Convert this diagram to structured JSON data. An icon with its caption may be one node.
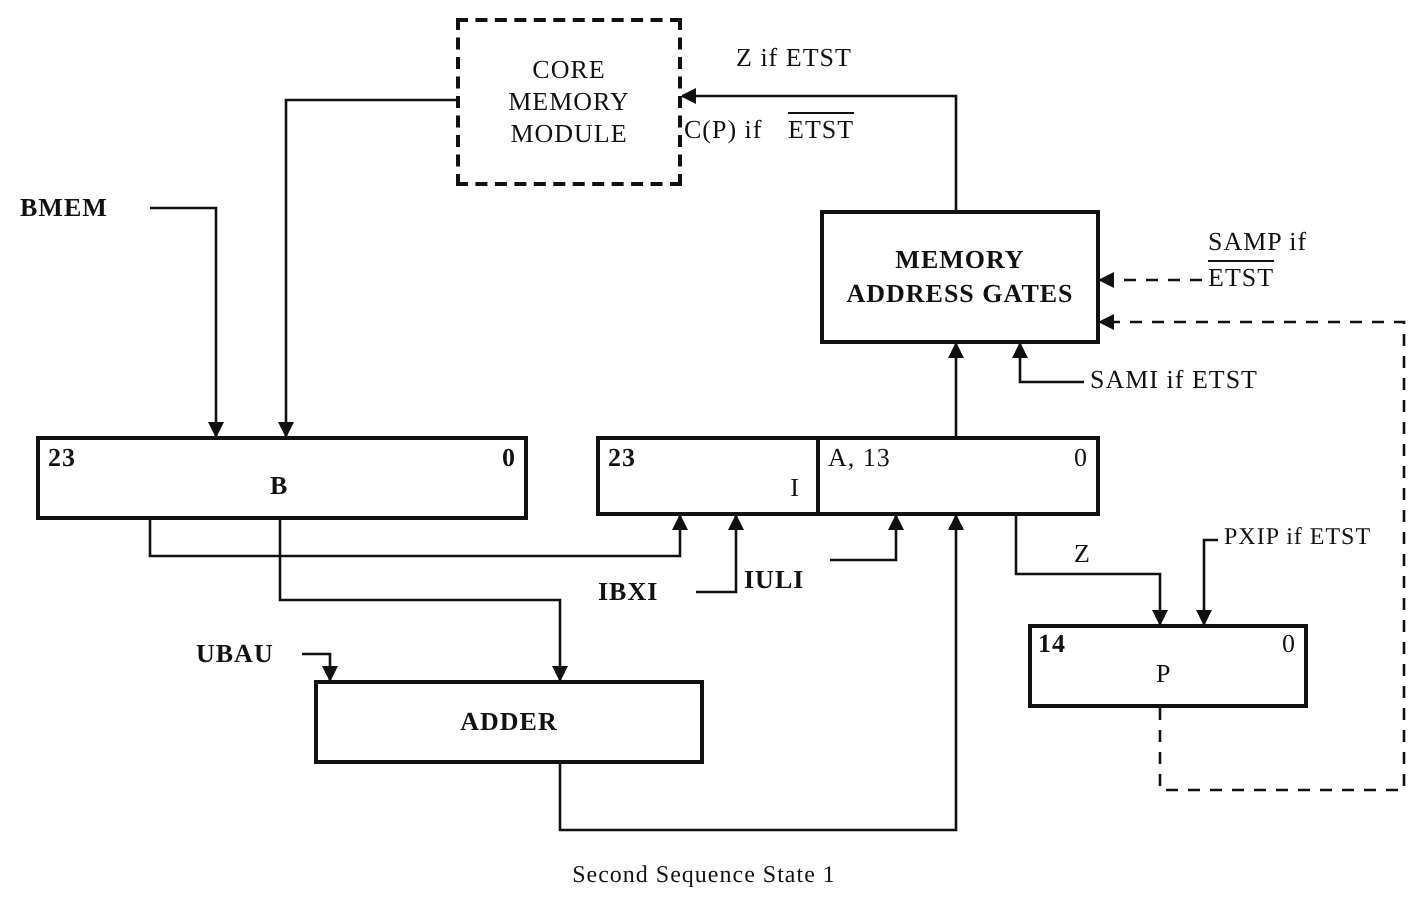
{
  "diagram": {
    "caption": "Second Sequence State 1",
    "nodes": [
      {
        "text": [
          "CORE MEMORY MODULE"
        ]
      },
      {
        "text": [
          "MEMORY ADDRESS GATES"
        ]
      },
      {
        "text": [
          "23",
          "B",
          "0"
        ]
      },
      {
        "text": [
          "23",
          "I"
        ]
      },
      {
        "text": [
          "A, 13",
          "0"
        ]
      },
      {
        "text": [
          "14",
          "P",
          "0"
        ]
      },
      {
        "text": [
          "ADDER"
        ]
      },
      {
        "text": [
          "BMEM"
        ]
      },
      {
        "text": [
          "UBAU"
        ]
      },
      {
        "text": [
          "IBXI"
        ]
      },
      {
        "text": [
          "IULI"
        ]
      },
      {
        "text": [
          "SAMI if ETST"
        ]
      },
      {
        "text": [
          "SAMP if",
          "ETST"
        ]
      },
      {
        "text": [
          "PXIP if ETST"
        ]
      }
    ],
    "edges": [
      {
        "from": 0,
        "to": 2,
        "arrow": "to"
      },
      {
        "from": 7,
        "to": 2,
        "arrow": "to"
      },
      {
        "from": 2,
        "to": 3,
        "arrow": "to"
      },
      {
        "from": 2,
        "to": 6,
        "arrow": "to"
      },
      {
        "from": 8,
        "to": 6,
        "arrow": "to"
      },
      {
        "from": 9,
        "to": 3,
        "arrow": "to"
      },
      {
        "from": 10,
        "to": 4,
        "arrow": "to"
      },
      {
        "from": 6,
        "to": 4,
        "arrow": "to"
      },
      {
        "from": 4,
        "to": 1,
        "arrow": "to"
      },
      {
        "from": 11,
        "to": 1,
        "arrow": "to"
      },
      {
        "from": 1,
        "to": 0,
        "arrow": "to",
        "label": "Z if ETST"
      },
      {
        "from": 12,
        "to": 1,
        "arrow": "to",
        "style": "dashed"
      },
      {
        "from": 5,
        "to": 1,
        "arrow": "to",
        "style": "dashed"
      },
      {
        "from": 4,
        "to": 5,
        "arrow": "to",
        "label": "Z"
      },
      {
        "from": 13,
        "to": 5,
        "arrow": "to"
      }
    ],
    "labels": [
      "C(P) if",
      "ETST"
    ]
  }
}
